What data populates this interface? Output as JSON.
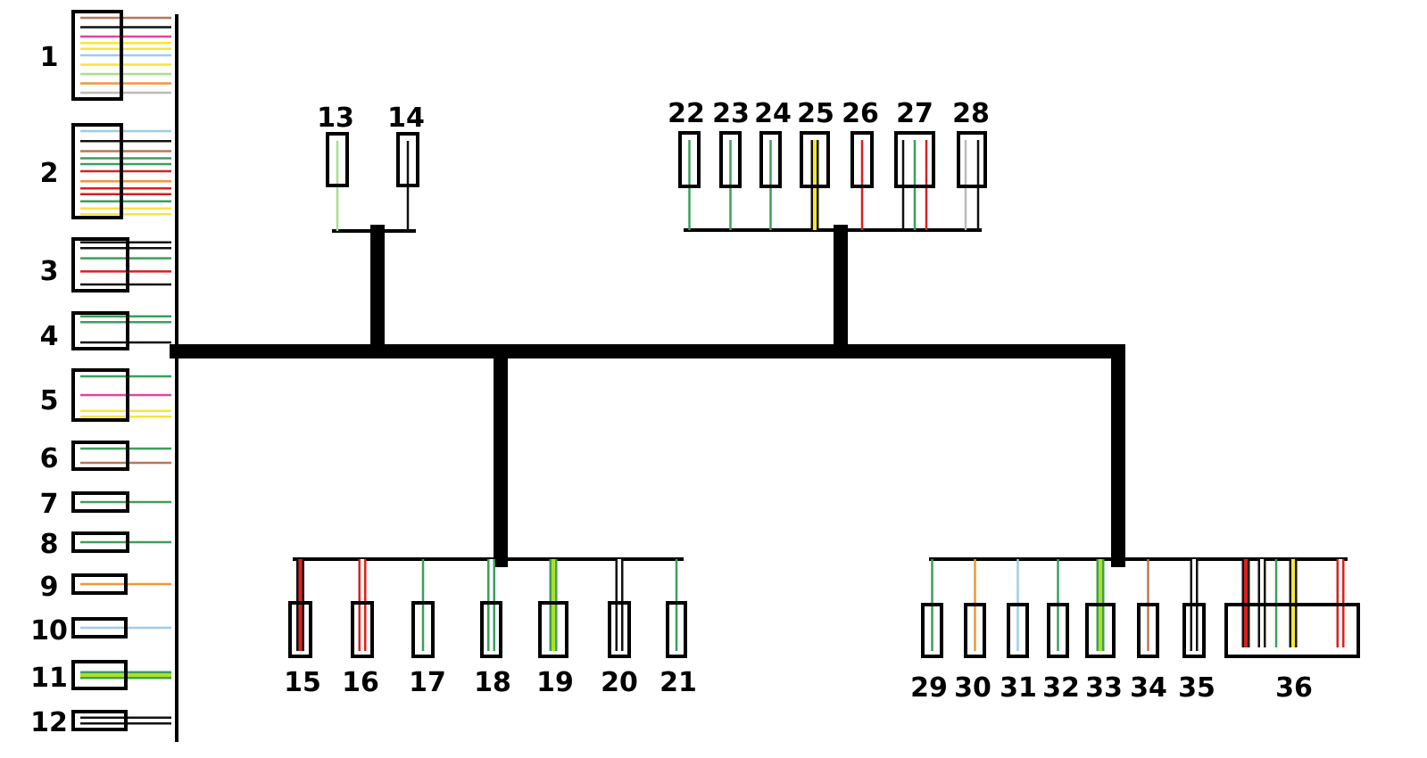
{
  "colors": {
    "brown": "#b5785a",
    "black": "#111111",
    "pink": "#e0469c",
    "yellow": "#f5e63c",
    "light_blue": "#9ecde8",
    "light_green": "#a6e08e",
    "orange": "#f0963c",
    "gray": "#bbbbbb",
    "green": "#3aa05a",
    "red": "#d9211e",
    "yellow_green": "#b0e020"
  },
  "left_connectors": [
    {
      "label": "1",
      "wires": [
        [
          "brown"
        ],
        [
          "black"
        ],
        [
          "pink"
        ],
        [
          "yellow",
          "yellow"
        ],
        [
          "light_blue"
        ],
        [
          "yellow"
        ],
        [
          "light_green"
        ],
        [
          "orange"
        ],
        [
          "gray"
        ]
      ]
    },
    {
      "label": "2",
      "wires": [
        [
          "light_blue"
        ],
        [
          "black"
        ],
        [
          "brown"
        ],
        [
          "green",
          "green"
        ],
        [
          "red"
        ],
        [
          "orange"
        ],
        [
          "red",
          "red"
        ],
        [
          "green"
        ],
        [
          "yellow",
          "yellow"
        ]
      ]
    },
    {
      "label": "3",
      "wires": [
        [
          "black",
          "black"
        ],
        [
          "green"
        ],
        [
          "red"
        ],
        [
          "black"
        ]
      ]
    },
    {
      "label": "4",
      "wires": [
        [
          "green",
          "green"
        ],
        [
          "black"
        ]
      ]
    },
    {
      "label": "5",
      "wires": [
        [
          "green"
        ],
        [
          "pink"
        ],
        [
          "yellow",
          "yellow"
        ]
      ]
    },
    {
      "label": "6",
      "wires": [
        [
          "green"
        ],
        [
          "brown"
        ]
      ]
    },
    {
      "label": "7",
      "wires": [
        [
          "green"
        ]
      ]
    },
    {
      "label": "8",
      "wires": [
        [
          "green"
        ]
      ]
    },
    {
      "label": "9",
      "wires": [
        [
          "orange"
        ]
      ]
    },
    {
      "label": "10",
      "wires": [
        [
          "light_blue"
        ]
      ]
    },
    {
      "label": "11",
      "wires": [
        [
          "green",
          "yellow_green"
        ]
      ]
    },
    {
      "label": "12",
      "wires": [
        [
          "black",
          "black"
        ]
      ]
    }
  ],
  "top_group_a": [
    {
      "label": "13",
      "wires": [
        [
          "light_green"
        ]
      ]
    },
    {
      "label": "14",
      "wires": [
        [
          "black"
        ]
      ]
    }
  ],
  "top_group_b": [
    {
      "label": "22",
      "wires": [
        [
          "green"
        ]
      ]
    },
    {
      "label": "23",
      "wires": [
        [
          "green"
        ]
      ]
    },
    {
      "label": "24",
      "wires": [
        [
          "green"
        ]
      ]
    },
    {
      "label": "25",
      "wires": [
        [
          "black",
          "yellow"
        ]
      ]
    },
    {
      "label": "26",
      "wires": [
        [
          "red"
        ]
      ]
    },
    {
      "label": "27",
      "wires": [
        [
          "black"
        ],
        [
          "green"
        ],
        [
          "red"
        ]
      ]
    },
    {
      "label": "28",
      "wires": [
        [
          "gray"
        ],
        [
          "black"
        ]
      ]
    }
  ],
  "bottom_group_a": [
    {
      "label": "15",
      "wires": [
        [
          "black",
          "red"
        ]
      ]
    },
    {
      "label": "16",
      "wires": [
        [
          "red",
          "red"
        ]
      ]
    },
    {
      "label": "17",
      "wires": [
        [
          "green"
        ]
      ]
    },
    {
      "label": "18",
      "wires": [
        [
          "green",
          "green"
        ]
      ]
    },
    {
      "label": "19",
      "wires": [
        [
          "green",
          "yellow_green"
        ]
      ]
    },
    {
      "label": "20",
      "wires": [
        [
          "black",
          "black"
        ]
      ]
    },
    {
      "label": "21",
      "wires": [
        [
          "green"
        ]
      ]
    }
  ],
  "bottom_group_b": [
    {
      "label": "29",
      "wires": [
        [
          "green"
        ]
      ]
    },
    {
      "label": "30",
      "wires": [
        [
          "orange"
        ]
      ]
    },
    {
      "label": "31",
      "wires": [
        [
          "light_blue"
        ]
      ]
    },
    {
      "label": "32",
      "wires": [
        [
          "green"
        ]
      ]
    },
    {
      "label": "33",
      "wires": [
        [
          "green",
          "yellow_green"
        ]
      ]
    },
    {
      "label": "34",
      "wires": [
        [
          "brown"
        ]
      ]
    },
    {
      "label": "35",
      "wires": [
        [
          "black",
          "black"
        ]
      ]
    },
    {
      "label": "36",
      "wires": [
        [
          "black",
          "red"
        ],
        [
          "black",
          "black"
        ],
        [
          "green"
        ],
        [
          "black",
          "yellow"
        ],
        [
          "red",
          "red"
        ]
      ]
    }
  ]
}
